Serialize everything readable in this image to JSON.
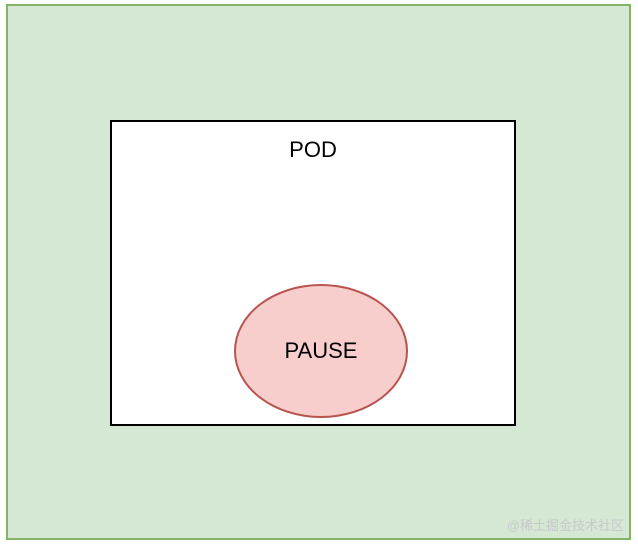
{
  "diagram": {
    "outer_container": {
      "label": "",
      "fill": "#d5e8d4",
      "stroke": "#82b366"
    },
    "pod": {
      "label": "POD",
      "fill": "#ffffff",
      "stroke": "#000000"
    },
    "pause": {
      "label": "PAUSE",
      "fill": "#f8cecc",
      "stroke": "#b85450"
    }
  },
  "watermark": "@稀土掘金技术社区"
}
